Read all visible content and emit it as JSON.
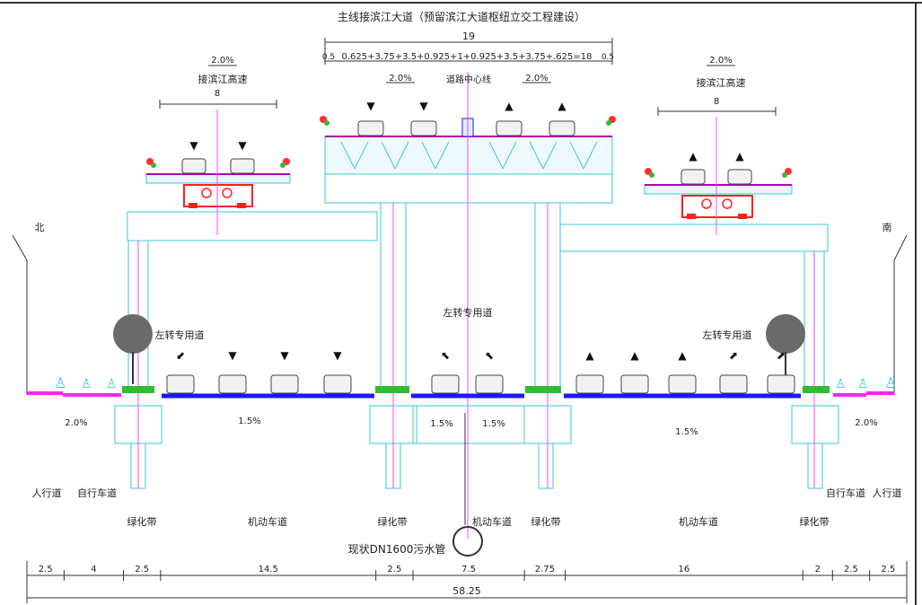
{
  "title": "主线接滨江大道（预留滨江大道枢纽立交工程建设）",
  "top_dims": {
    "total": "19",
    "breakdown": "0.625+3.75+3.5+0.925+1+0.925+3.5+3.75+.625=18",
    "edge_left": "0.5",
    "edge_right": "0.5"
  },
  "center_label": "道路中心线",
  "left_ramp": {
    "label": "接滨江高速",
    "width": "8",
    "slope": "2.0%"
  },
  "right_ramp": {
    "label": "接滨江高速",
    "width": "8",
    "slope": "2.0%"
  },
  "main_slopes": {
    "left": "2.0%",
    "right": "2.0%"
  },
  "directions": {
    "north": "北",
    "south": "南"
  },
  "ground_labels": {
    "left_turn_left": "左转专用道",
    "left_turn_center": "左转专用道",
    "left_turn_right": "左转专用道"
  },
  "slopes": {
    "sidewalk_left": "2.0%",
    "main_left": "1.5%",
    "center_left": "1.5%",
    "center_right": "1.5%",
    "main_right": "1.5%",
    "sidewalk_right": "2.0%"
  },
  "zones": {
    "sidewalk": "人行道",
    "bike_lane": "自行车道",
    "green_belt": "绿化带",
    "motor_lane": "机动车道"
  },
  "pipe_label": "现状DN1600污水管",
  "bottom_dims": [
    "2.5",
    "4",
    "2.5",
    "14.5",
    "2.5",
    "7.5",
    "2.75",
    "16",
    "2",
    "2.5",
    "2.5"
  ],
  "total_width": "58.25",
  "colors": {
    "structure": "#39c6e6",
    "road": "#1a1aff",
    "sidewalk": "#ff22ff",
    "girder": "#ff2020",
    "deck": "#b000b0",
    "green": "#33bb33",
    "centerline": "#ff44ff"
  }
}
